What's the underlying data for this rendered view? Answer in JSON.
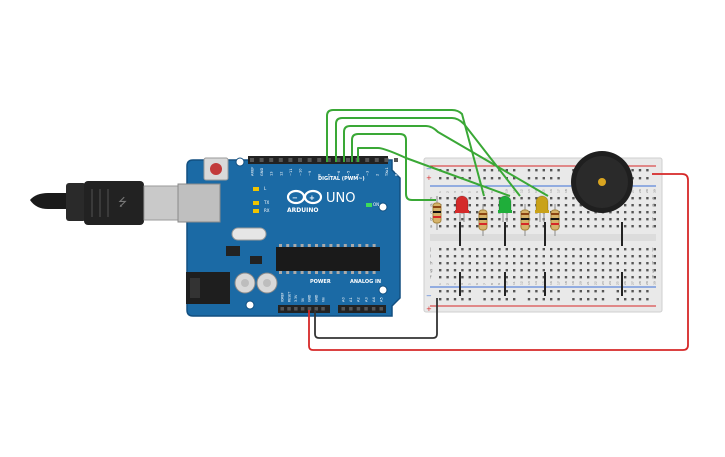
{
  "arduino": {
    "brand": "ARDUINO",
    "model": "UNO",
    "digital_label": "DIGITAL (PWM~)",
    "power_label": "POWER",
    "analog_label": "ANALOG IN",
    "on_label": "ON",
    "l_label": "L",
    "tx_label": "TX",
    "rx_label": "RX",
    "aref_label": "AREF",
    "gnd_label": "GND",
    "digital_pins": [
      "13",
      "12",
      "~11",
      "~10",
      "~9",
      "8",
      "7",
      "~6",
      "~5",
      "4",
      "~3",
      "2",
      "TX▸1",
      "RX◂0"
    ],
    "power_pins": [
      "IOREF",
      "RESET",
      "3.3V",
      "5V",
      "GND",
      "GND",
      "Vin"
    ],
    "analog_pins": [
      "A0",
      "A1",
      "A2",
      "A3",
      "A4",
      "A5"
    ]
  },
  "breadboard": {
    "rail_plus": "+",
    "rail_minus": "−",
    "col_labels": [
      "1",
      "2",
      "3",
      "4",
      "5",
      "6",
      "7",
      "8",
      "9",
      "10",
      "11",
      "12",
      "13",
      "14",
      "15",
      "16",
      "17",
      "18",
      "19",
      "20",
      "21",
      "22",
      "23",
      "24",
      "25",
      "26",
      "27",
      "28",
      "29",
      "30"
    ],
    "row_labels_top": [
      "a",
      "b",
      "c",
      "d",
      "e"
    ],
    "row_labels_bottom": [
      "f",
      "g",
      "h",
      "i",
      "j"
    ]
  },
  "components": {
    "leds": [
      {
        "name": "red",
        "color": "#d42a2a"
      },
      {
        "name": "green",
        "color": "#1fae3a"
      },
      {
        "name": "yellow",
        "color": "#c9a21a"
      }
    ],
    "resistor_count": 4,
    "buzzer": "piezo"
  },
  "colors": {
    "board": "#1b6aa5",
    "board_dark": "#124f80",
    "wire_green": "#3aa836",
    "wire_red": "#d62828",
    "wire_black": "#333333",
    "breadboard": "#e9e9e9"
  }
}
